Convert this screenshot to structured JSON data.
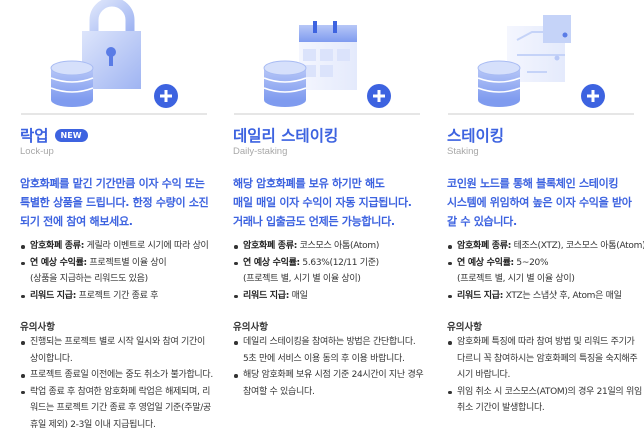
{
  "colors": {
    "accent": "#3d63e0",
    "subtitle": "#a8a8a8",
    "text": "#333333"
  },
  "products": [
    {
      "icon": "lock-coin-plus-icon",
      "title": "락업",
      "badge": "NEW",
      "subtitle": "Lock-up",
      "description": [
        "암호화폐를 맡긴 기간만큼 이자 수익 또는",
        "특별한 상품을 드립니다. 한정 수량이 소진",
        "되기 전에 참여 해보세요."
      ],
      "details": [
        {
          "label": "암호화폐 종류:",
          "value": " 게릴라 이벤트로 시기에 따라 상이",
          "extra": ""
        },
        {
          "label": "연 예상 수익률:",
          "value": " 프로젝트별 이율 상이",
          "extra": "(상품을 지급하는 리워드도 있음)"
        },
        {
          "label": "리워드 지급:",
          "value": " 프로젝트 기간 종료 후",
          "extra": ""
        }
      ],
      "notes_title": "유의사항",
      "notes": [
        "진행되는 프로젝트 별로 시작 일시와 참여 기간이\n상이합니다.",
        "프로젝트 종료일 이전에는 중도 취소가 불가합니다.",
        "락업 종료 후 참여한 암호화폐 락업은 해제되며, 리\n워드는 프로젝트 기간 종료 후 영업일 기준(주말/공\n휴일 제외) 2-3일 이내 지급됩니다."
      ]
    },
    {
      "icon": "calendar-coin-plus-icon",
      "title": "데일리 스테이킹",
      "badge": "",
      "subtitle": "Daily-staking",
      "description": [
        "해당 암호화폐를 보유 하기만 해도",
        "매일 매일 이자 수익이 자동 지급됩니다.",
        "거래나 입출금도 언제든 가능합니다."
      ],
      "details": [
        {
          "label": "암호화폐 종류:",
          "value": " 코스모스 아톰(Atom)",
          "extra": ""
        },
        {
          "label": "연 예상 수익률:",
          "value": " 5.63%(12/11 기준)",
          "extra": "(프로젝트 별, 시기 별 이율 상이)"
        },
        {
          "label": "리워드 지급:",
          "value": " 매일",
          "extra": ""
        }
      ],
      "notes_title": "유의사항",
      "notes": [
        "데일리 스테이킹을 참여하는 방법은 간단합니다.\n5초 만에 서비스 이용 동의 후 이용 바랍니다.",
        "해당 암호화폐 보유 시점 기준 24시간이 지난 경우\n참여할 수 있습니다."
      ]
    },
    {
      "icon": "blockchain-coin-plus-icon",
      "title": "스테이킹",
      "badge": "",
      "subtitle": "Staking",
      "description": [
        "코인원 노드를 통해 블록체인 스테이킹",
        "시스템에 위임하여 높은 이자 수익을 받아",
        "갈 수 있습니다."
      ],
      "details": [
        {
          "label": "암호화폐 종류:",
          "value": " 테조스(XTZ), 코스모스 아톰(Atom)",
          "extra": ""
        },
        {
          "label": "연 예상 수익률:",
          "value": " 5~20%",
          "extra": "(프로젝트 별, 시기 별 이율 상이)"
        },
        {
          "label": "리워드 지급:",
          "value": " XTZ는 스냅샷 후, Atom은 매일",
          "extra": ""
        }
      ],
      "notes_title": "유의사항",
      "notes": [
        "암호화폐 특징에 따라 참여 방법 및 리워드 주기가\n다르니 꼭 참여하시는 암호화폐의 특징을 숙지해주\n시기 바랍니다.",
        "위임 취소 시 코스모스(ATOM)의 경우 21일의 위임\n취소 기간이 발생합니다."
      ]
    }
  ]
}
